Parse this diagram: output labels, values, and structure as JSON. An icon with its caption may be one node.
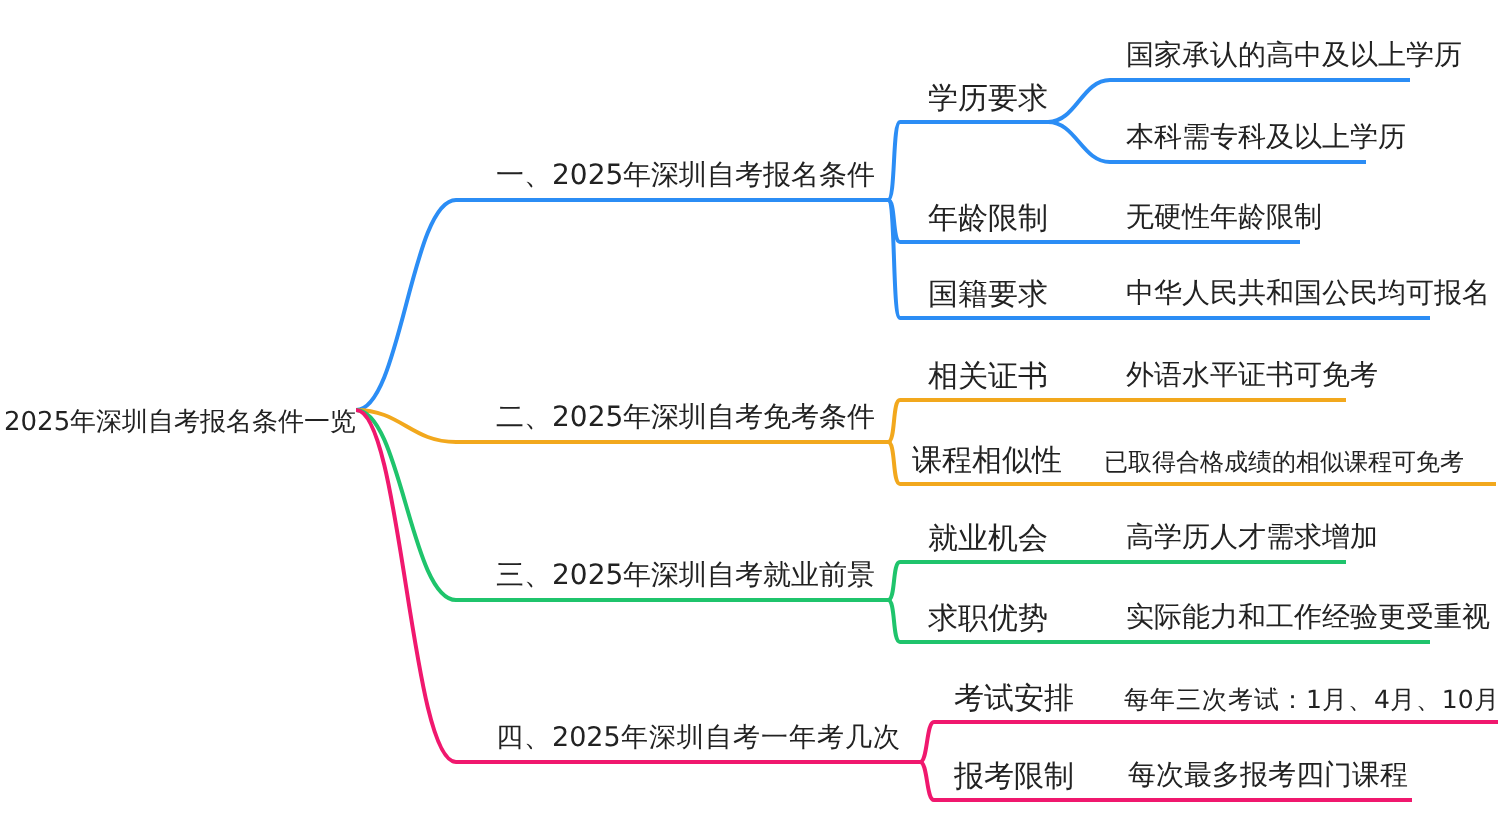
{
  "diagram": {
    "nodes": [
      {
        "text": [
          "2025年深圳自考报名条件一览"
        ]
      },
      {
        "text": [
          "一、2025年深圳自考报名条件"
        ]
      },
      {
        "text": [
          "学历要求"
        ]
      },
      {
        "text": [
          "国家承认的高中及以上学历"
        ]
      },
      {
        "text": [
          "本科需专科及以上学历"
        ]
      },
      {
        "text": [
          "年龄限制"
        ]
      },
      {
        "text": [
          "无硬性年龄限制"
        ]
      },
      {
        "text": [
          "国籍要求"
        ]
      },
      {
        "text": [
          "中华人民共和国公民均可报名"
        ]
      },
      {
        "text": [
          "二、2025年深圳自考免考条件"
        ]
      },
      {
        "text": [
          "相关证书"
        ]
      },
      {
        "text": [
          "外语水平证书可免考"
        ]
      },
      {
        "text": [
          "课程相似性"
        ]
      },
      {
        "text": [
          "已取得合格成绩的相似课程可免考"
        ]
      },
      {
        "text": [
          "三、2025年深圳自考就业前景"
        ]
      },
      {
        "text": [
          "就业机会"
        ]
      },
      {
        "text": [
          "高学历人才需求增加"
        ]
      },
      {
        "text": [
          "求职优势"
        ]
      },
      {
        "text": [
          "实际能力和工作经验更受重视"
        ]
      },
      {
        "text": [
          "四、2025年深圳自考一年考几次"
        ]
      },
      {
        "text": [
          "考试安排"
        ]
      },
      {
        "text": [
          "每年三次考试：1月、4月、10月"
        ]
      },
      {
        "text": [
          "报考限制"
        ]
      },
      {
        "text": [
          "每次最多报考四门课程"
        ]
      }
    ],
    "edges": [
      {
        "from": 0,
        "to": 1,
        "arrow": "none"
      },
      {
        "from": 1,
        "to": 2,
        "arrow": "none"
      },
      {
        "from": 2,
        "to": 3,
        "arrow": "none"
      },
      {
        "from": 2,
        "to": 4,
        "arrow": "none"
      },
      {
        "from": 1,
        "to": 5,
        "arrow": "none"
      },
      {
        "from": 5,
        "to": 6,
        "arrow": "none"
      },
      {
        "from": 1,
        "to": 7,
        "arrow": "none"
      },
      {
        "from": 7,
        "to": 8,
        "arrow": "none"
      },
      {
        "from": 0,
        "to": 9,
        "arrow": "none",
        "color": "#f2a81d"
      },
      {
        "from": 9,
        "to": 10,
        "arrow": "none",
        "color": "#f2a81d"
      },
      {
        "from": 10,
        "to": 11,
        "arrow": "none",
        "color": "#f2a81d"
      },
      {
        "from": 9,
        "to": 12,
        "arrow": "none",
        "color": "#f2a81d"
      },
      {
        "from": 12,
        "to": 13,
        "arrow": "none",
        "color": "#f2a81d"
      },
      {
        "from": 0,
        "to": 14,
        "arrow": "none",
        "color": "#1fc46c"
      },
      {
        "from": 14,
        "to": 15,
        "arrow": "none",
        "color": "#1fc46c"
      },
      {
        "from": 15,
        "to": 16,
        "arrow": "none",
        "color": "#1fc46c"
      },
      {
        "from": 14,
        "to": 17,
        "arrow": "none",
        "color": "#1fc46c"
      },
      {
        "from": 17,
        "to": 18,
        "arrow": "none",
        "color": "#1fc46c"
      },
      {
        "from": 0,
        "to": 19,
        "arrow": "none",
        "color": "#f0186e"
      },
      {
        "from": 19,
        "to": 20,
        "arrow": "none",
        "color": "#f0186e"
      },
      {
        "from": 20,
        "to": 21,
        "arrow": "none",
        "color": "#f0186e"
      },
      {
        "from": 19,
        "to": 22,
        "arrow": "none",
        "color": "#f0186e"
      },
      {
        "from": 22,
        "to": 23,
        "arrow": "none",
        "color": "#f0186e"
      }
    ]
  }
}
